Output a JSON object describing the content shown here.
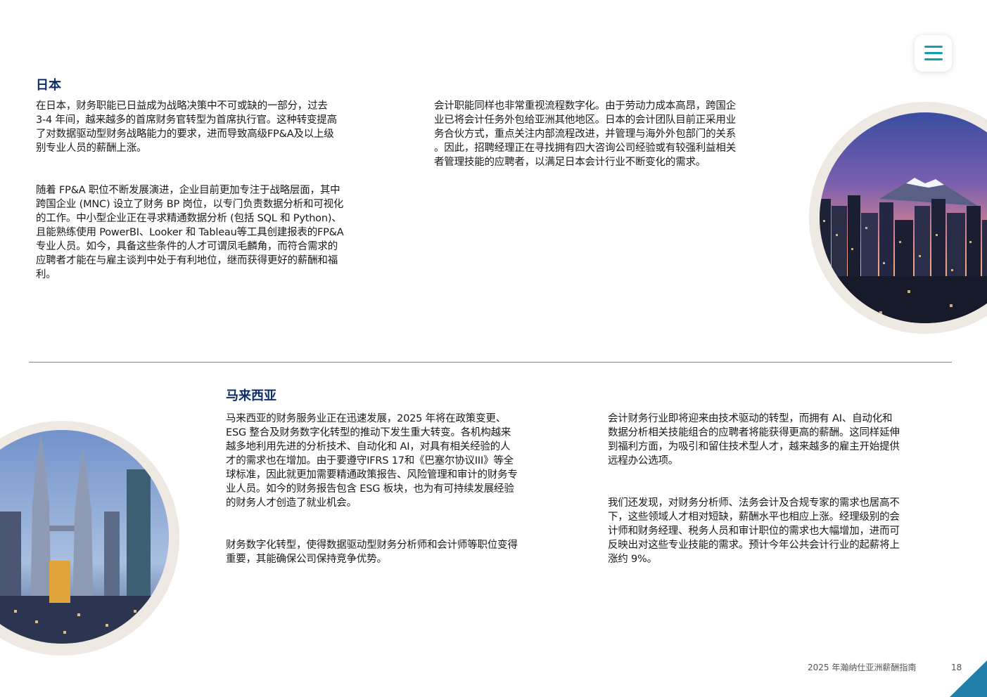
{
  "menu": {
    "icon": "hamburger-menu-icon"
  },
  "colors": {
    "heading": "#0d2d6b",
    "accent": "#1b9ab5",
    "frame": "#efe9e4",
    "corner": "#1f7fa8"
  },
  "japan": {
    "heading": "日本",
    "left_p1": "在日本，财务职能已日益成为战略决策中不可或缺的一部分，过去\n3-4 年间，越来越多的首席财务官转型为首席执行官。这种转变提高\n了对数据驱动型财务战略能力的要求，进而导致高级FP&A及以上级\n别专业人员的薪酬上涨。",
    "left_p2": "随着 FP&A 职位不断发展演进，企业目前更加专注于战略层面，其中\n跨国企业 (MNC) 设立了财务 BP 岗位，以专门负责数据分析和可视化\n的工作。中小型企业正在寻求精通数据分析 (包括 SQL 和 Python)、\n且能熟练使用 PowerBI、Looker 和 Tableau等工具创建报表的FP&A\n专业人员。如今，具备这些条件的人才可谓凤毛麟角，而符合需求的\n应聘者才能在与雇主谈判中处于有利地位，继而获得更好的薪酬和福\n利。",
    "right_p1": "会计职能同样也非常重视流程数字化。由于劳动力成本高昂，跨国企\n业已将会计任务外包给亚洲其他地区。日本的会计团队目前正采用业\n务合伙方式，重点关注内部流程改进，并管理与海外外包部门的关系\n。因此，招聘经理正在寻找拥有四大咨询公司经验或有较强利益相关\n者管理技能的应聘者，以满足日本会计行业不断变化的需求。"
  },
  "malaysia": {
    "heading": "马来西亚",
    "left_p1": "马来西亚的财务服务业正在迅速发展，2025 年将在政策变更、\nESG 整合及财务数字化转型的推动下发生重大转变。各机构越来\n越多地利用先进的分析技术、自动化和 AI，对具有相关经验的人\n才的需求也在增加。由于要遵守IFRS 17和《巴塞尔协议III》等全\n球标准，因此就更加需要精通政策报告、风险管理和审计的财务专\n业人员。如今的财务报告包含 ESG 板块，也为有可持续发展经验\n的财务人才创造了就业机会。",
    "left_p2": "财务数字化转型，使得数据驱动型财务分析师和会计师等职位变得\n重要，其能确保公司保持竞争优势。",
    "right_p1": "会计财务行业即将迎来由技术驱动的转型，而拥有 AI、自动化和\n数据分析相关技能组合的应聘者将能获得更高的薪酬。这同样延伸\n到福利方面，为吸引和留住技术型人才，越来越多的雇主开始提供\n远程办公选项。",
    "right_p2": "我们还发现，对财务分析师、法务会计及合规专家的需求也居高不\n下，这些领域人才相对短缺，薪酬水平也相应上涨。经理级别的会\n计师和财务经理、税务人员和审计职位的需求也大幅增加，进而可\n反映出对这些专业技能的需求。预计今年公共会计行业的起薪将上\n涨约 9%。"
  },
  "footer": {
    "title": "2025 年瀚纳仕亚洲薪酬指南",
    "page": "18"
  }
}
